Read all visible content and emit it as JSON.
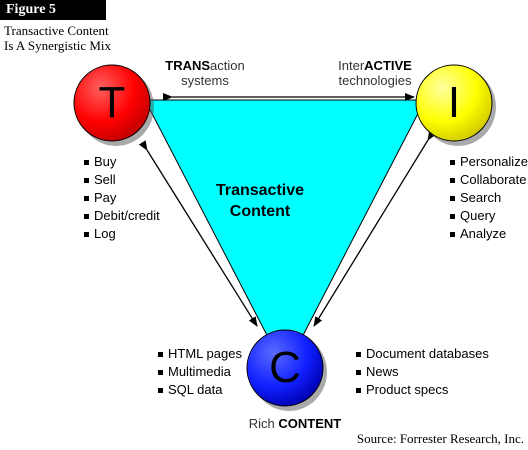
{
  "figure_label": "Figure 5",
  "subtitle": "Transactive Content Is A Synergistic Mix",
  "center_title": "Transactive Content",
  "nodes": {
    "T": {
      "letter": "T",
      "color": "#ff0000",
      "label_bold": "TRANS",
      "label_rest": "action",
      "label_line2": "systems",
      "items": [
        "Buy",
        "Sell",
        "Pay",
        "Debit/credit",
        "Log"
      ]
    },
    "I": {
      "letter": "I",
      "color": "#ffff00",
      "label_prefix": "Inter",
      "label_bold": "ACTIVE",
      "label_line2": "technologies",
      "items": [
        "Personalize",
        "Collaborate",
        "Search",
        "Query",
        "Analyze"
      ]
    },
    "C": {
      "letter": "C",
      "color": "#0000ff",
      "label_prefix": "Rich ",
      "label_bold": "CONTENT",
      "items_left": [
        "HTML pages",
        "Multimedia",
        "SQL data"
      ],
      "items_right": [
        "Document databases",
        "News",
        "Product specs"
      ]
    }
  },
  "triangle_fill": "#00ffff",
  "source": "Source:  Forrester Research, Inc."
}
